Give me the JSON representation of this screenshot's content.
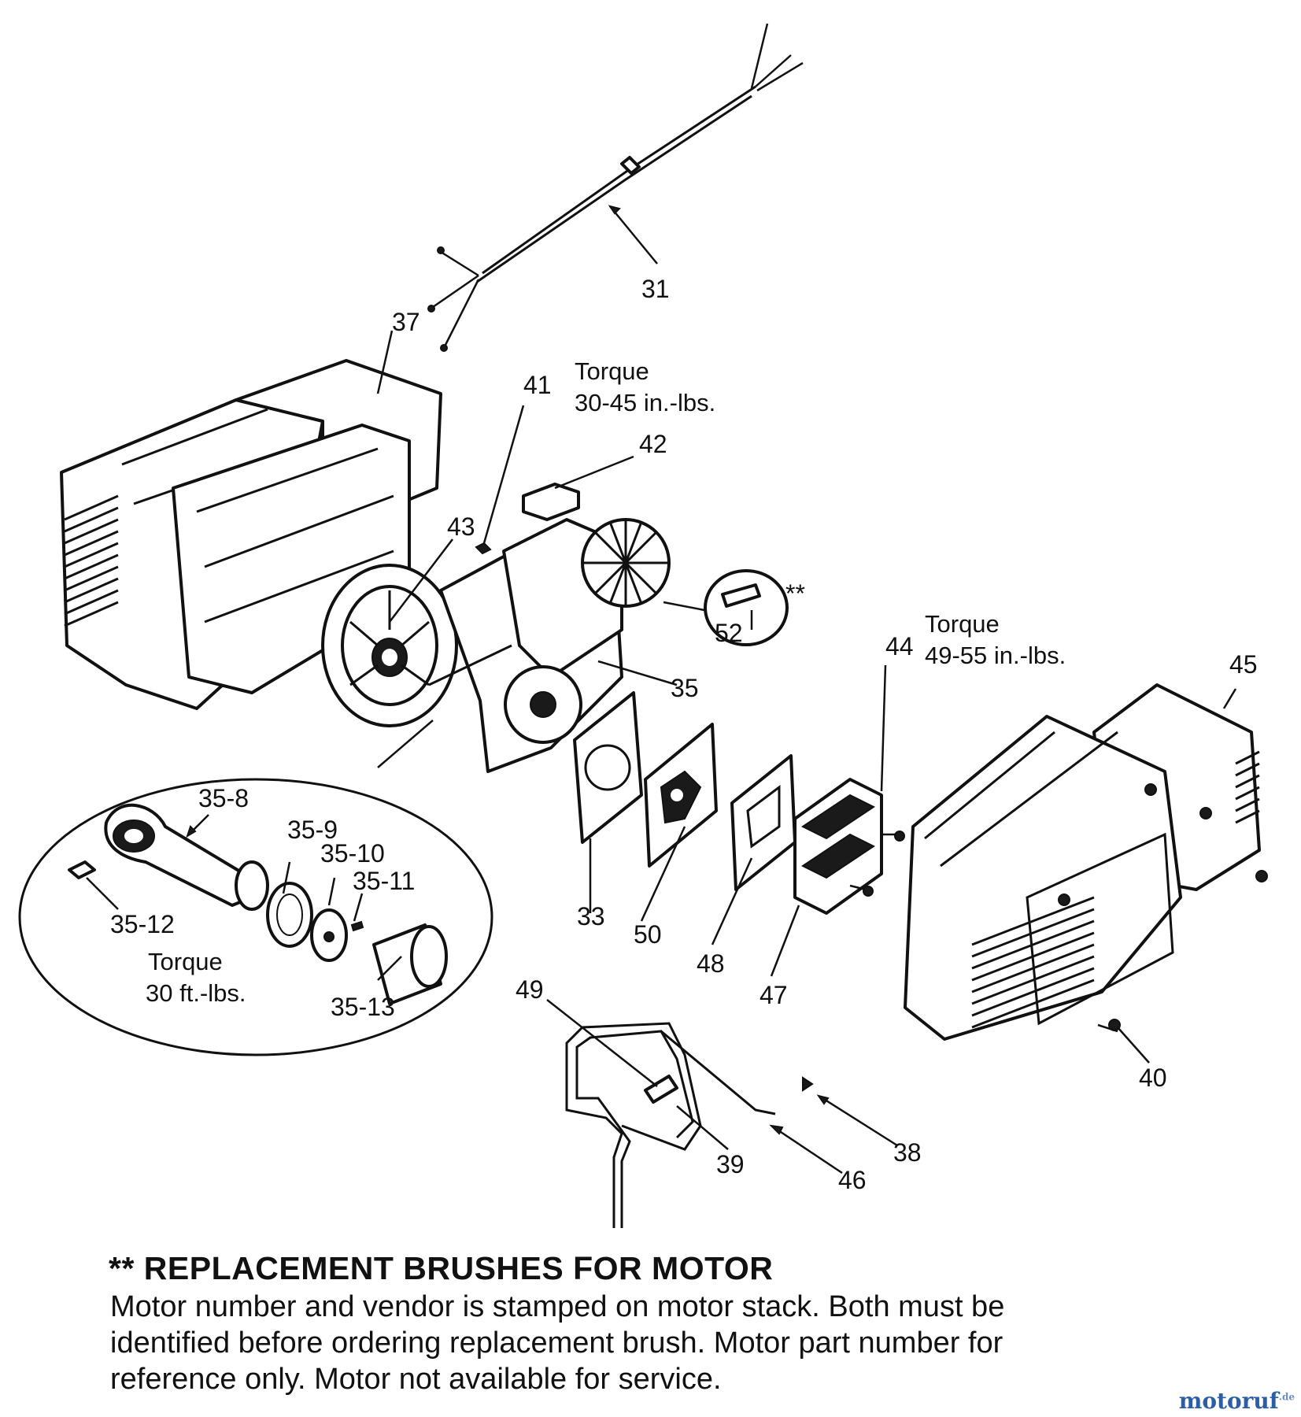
{
  "callouts": {
    "c31": "31",
    "c37": "37",
    "c41": "41",
    "c42": "42",
    "c43": "43",
    "c52": "52",
    "c52_note": "**",
    "c35": "35",
    "c44": "44",
    "c45": "45",
    "c33": "33",
    "c50": "50",
    "c48": "48",
    "c47": "47",
    "c35_8": "35-8",
    "c35_9": "35-9",
    "c35_10": "35-10",
    "c35_11": "35-11",
    "c35_12": "35-12",
    "c35_13": "35-13",
    "c49": "49",
    "c39": "39",
    "c46": "46",
    "c38": "38",
    "c40": "40"
  },
  "torque_notes": {
    "upper": {
      "title": "Torque",
      "value": "30-45 in.-lbs."
    },
    "right": {
      "title": "Torque",
      "value": "49-55 in.-lbs."
    },
    "inset": {
      "title": "Torque",
      "value": "30 ft.-lbs."
    }
  },
  "notes": {
    "heading": "** REPLACEMENT BRUSHES FOR MOTOR",
    "body": "Motor number and vendor is stamped on motor stack. Both must be identified before ordering replacement brush. Motor part number for reference only. Motor not available for service."
  },
  "watermark": {
    "text": "motoruf",
    "suffix": ".de"
  }
}
